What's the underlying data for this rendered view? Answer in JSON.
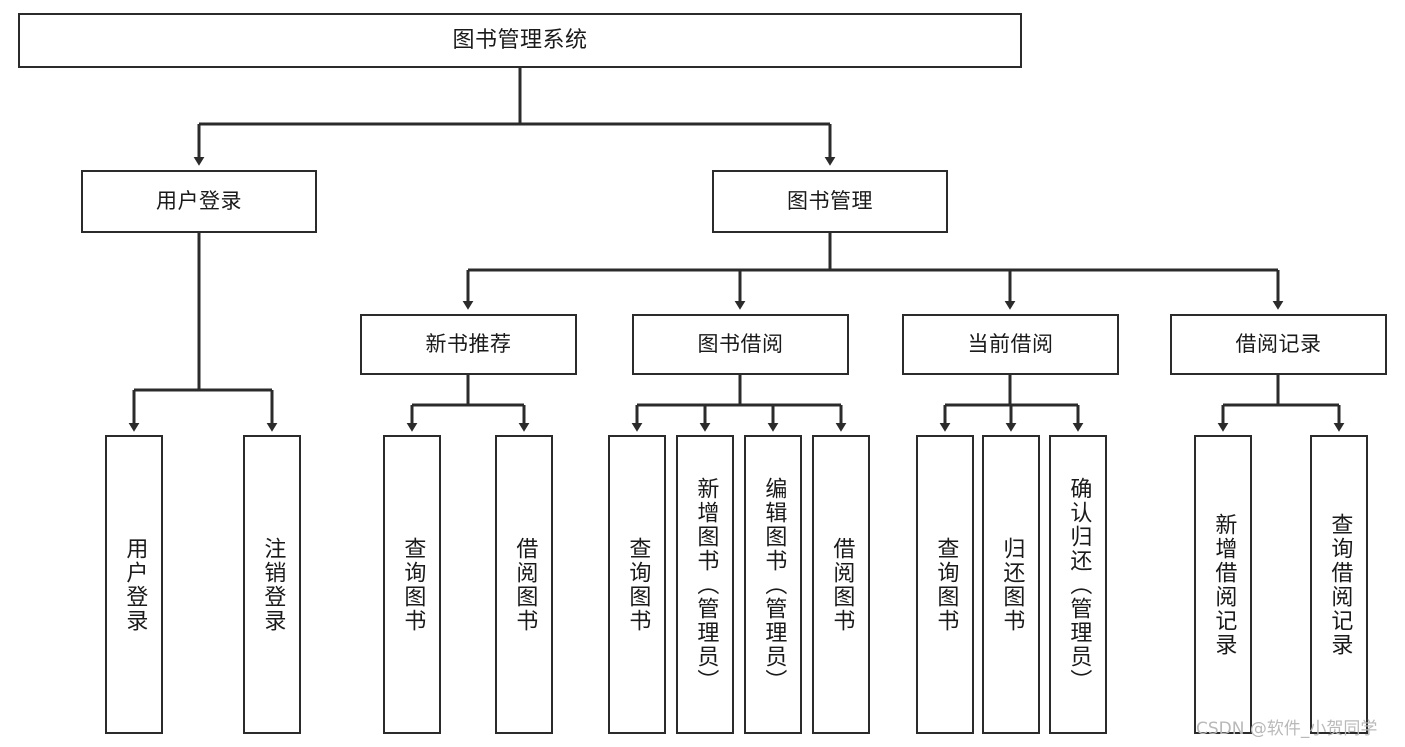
{
  "diagram": {
    "title": "图书管理系统",
    "type": "tree",
    "root": {
      "label": "图书管理系统"
    },
    "level2": [
      {
        "label": "用户登录"
      },
      {
        "label": "图书管理"
      }
    ],
    "level3": [
      {
        "label": "新书推荐"
      },
      {
        "label": "图书借阅"
      },
      {
        "label": "当前借阅"
      },
      {
        "label": "借阅记录"
      }
    ],
    "leaves": {
      "user_login": [
        {
          "label": "用户登录"
        },
        {
          "label": "注销登录"
        }
      ],
      "new_book_recommend": [
        {
          "label": "查询图书"
        },
        {
          "label": "借阅图书"
        }
      ],
      "book_borrow": [
        {
          "label": "查询图书"
        },
        {
          "label": "新增图书（管理员）"
        },
        {
          "label": "编辑图书（管理员）"
        },
        {
          "label": "借阅图书"
        }
      ],
      "current_borrow": [
        {
          "label": "查询图书"
        },
        {
          "label": "归还图书"
        },
        {
          "label": "确认归还（管理员）"
        }
      ],
      "borrow_record": [
        {
          "label": "新增借阅记录"
        },
        {
          "label": "查询借阅记录"
        }
      ]
    }
  },
  "watermark": {
    "text": "CSDN @软件_小贺同学"
  },
  "colors": {
    "stroke": "#2b2b2b",
    "background": "#ffffff",
    "text": "#1a1a1a",
    "watermark": "#b9b9b9"
  }
}
